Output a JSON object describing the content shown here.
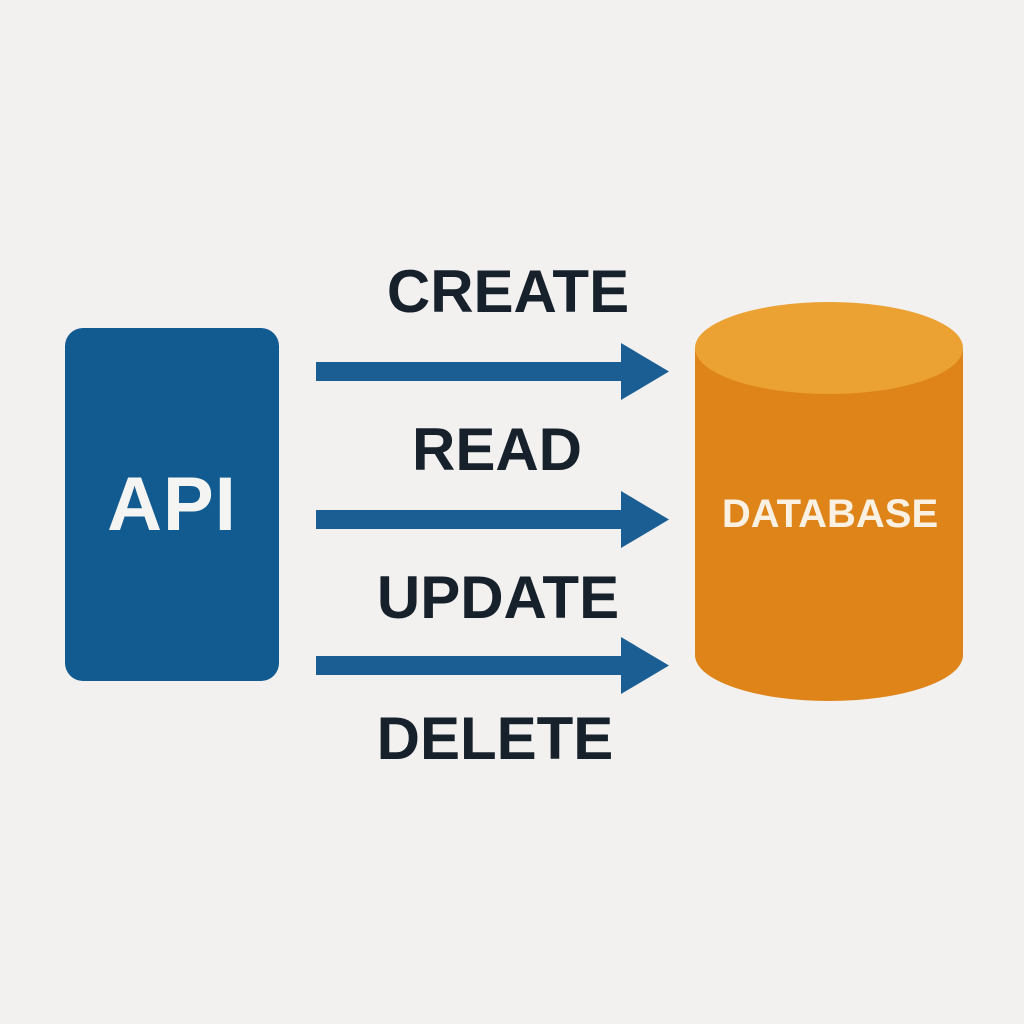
{
  "api": {
    "label": "API"
  },
  "operations": [
    {
      "label": "CREATE"
    },
    {
      "label": "READ"
    },
    {
      "label": "UPDATE"
    },
    {
      "label": "DELETE"
    }
  ],
  "database": {
    "label": "DATABASE"
  },
  "colors": {
    "background": "#f2f1f0",
    "api_box": "#125b91",
    "arrow": "#1a5e93",
    "database_body": "#de8418",
    "database_top": "#eba232",
    "text_dark": "#17212b"
  }
}
